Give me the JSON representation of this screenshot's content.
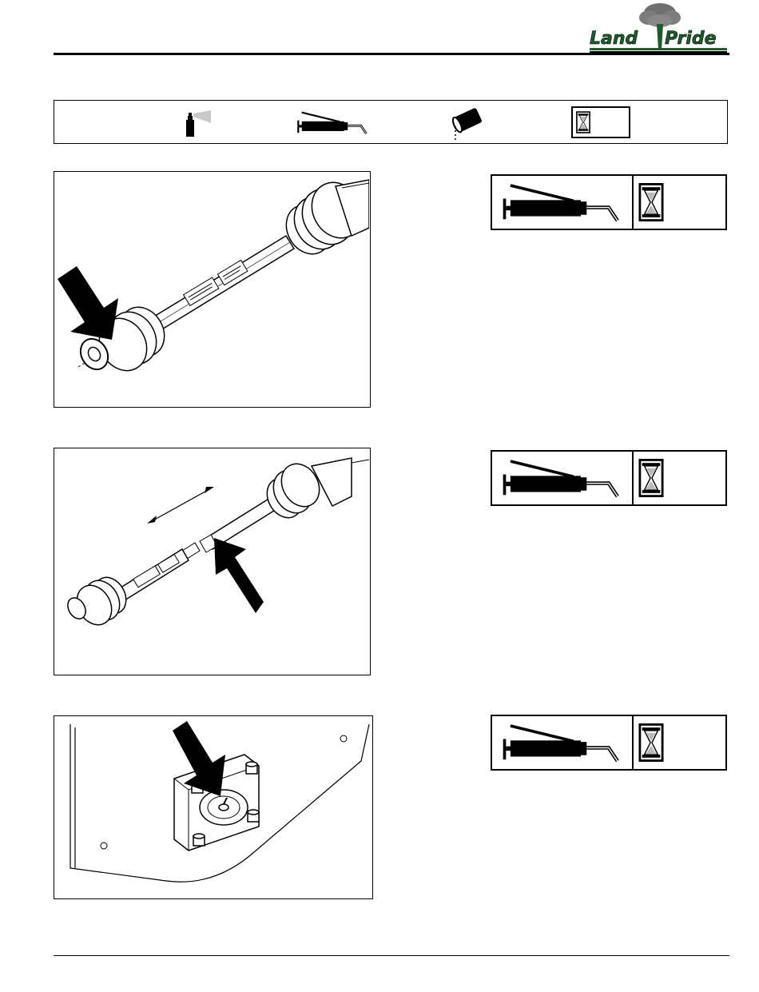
{
  "header": {
    "logo": {
      "name": "Land Pride",
      "icon": "tree-logo-icon"
    }
  },
  "legend": {
    "icons": [
      "spray-lubricant-icon",
      "grease-gun-icon",
      "oil-can-icon",
      "hourglass-interval-icon"
    ]
  },
  "sections": [
    {
      "figure_icon": "driveline-cross-journal-illustration",
      "lube_icons": [
        "grease-gun-icon",
        "hourglass-interval-icon"
      ]
    },
    {
      "figure_icon": "driveline-telescoping-tubes-illustration",
      "lube_icons": [
        "grease-gun-icon",
        "hourglass-interval-icon"
      ]
    },
    {
      "figure_icon": "gearbox-grease-fitting-illustration",
      "lube_icons": [
        "grease-gun-icon",
        "hourglass-interval-icon"
      ]
    }
  ],
  "colors": {
    "ink": "#000000",
    "logo_green": "#1f5a2c",
    "gray": "#9a9a9a"
  }
}
